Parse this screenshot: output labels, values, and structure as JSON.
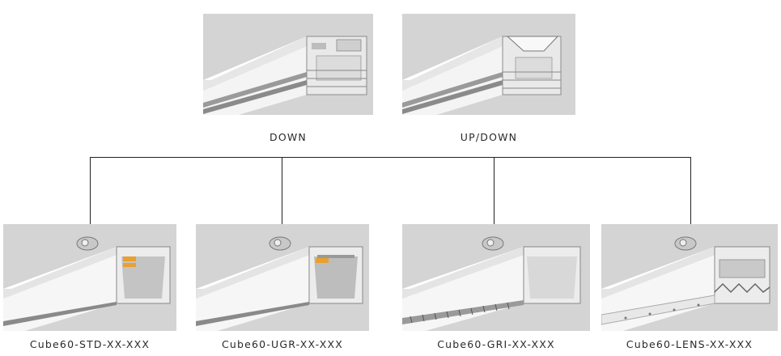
{
  "top": [
    {
      "label": "DOWN",
      "variant": "down"
    },
    {
      "label": "UP/DOWN",
      "variant": "updown"
    }
  ],
  "bottom": [
    {
      "label": "Cube60-STD-XX-XXX",
      "variant": "std"
    },
    {
      "label": "Cube60-UGR-XX-XXX",
      "variant": "ugr"
    },
    {
      "label": "Cube60-GRI-XX-XXX",
      "variant": "gri"
    },
    {
      "label": "Cube60-LENS-XX-XXX",
      "variant": "lens"
    }
  ],
  "colors": {
    "panel": "#d4d4d4",
    "line": "#222222",
    "led": "#e8a030"
  }
}
